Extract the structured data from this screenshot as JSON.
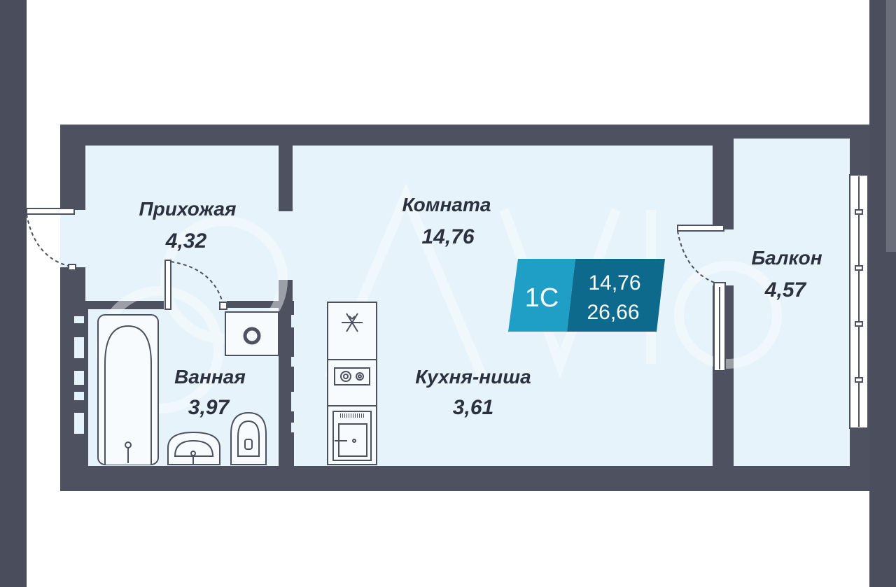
{
  "colors": {
    "wall": "#4d5160",
    "floor": "#e6f3fb",
    "fixture": "#f7fbfe",
    "fixture_stroke": "#4d5160",
    "badge_left": "#1f9ec6",
    "badge_right": "#0d6a8c",
    "label": "#2c3140"
  },
  "rooms": {
    "hallway": {
      "name": "Прихожая",
      "area": "4,32"
    },
    "room": {
      "name": "Комната",
      "area": "14,76"
    },
    "balcony": {
      "name": "Балкон",
      "area": "4,57"
    },
    "bathroom": {
      "name": "Ванная",
      "area": "3,97"
    },
    "kitchen": {
      "name": "Кухня-ниша",
      "area": "3,61"
    }
  },
  "badge": {
    "type": "1С",
    "living_area": "14,76",
    "total_area": "26,66"
  },
  "watermark": "Avito",
  "icons": {
    "fridge": "snowflake-icon",
    "stove": "stove-icon",
    "sink": "kitchen-sink-icon",
    "bathtub": "bathtub-icon",
    "washbasin": "washbasin-icon",
    "toilet": "toilet-icon",
    "washing_machine": "washing-machine-icon"
  }
}
